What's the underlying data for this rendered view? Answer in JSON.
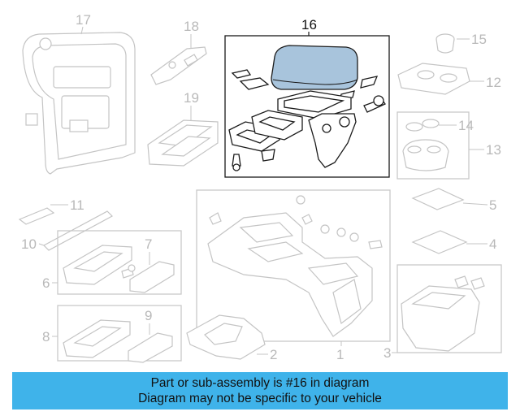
{
  "callouts": {
    "c1": "1",
    "c2": "2",
    "c3": "3",
    "c4": "4",
    "c5": "5",
    "c6": "6",
    "c7": "7",
    "c8": "8",
    "c9": "9",
    "c10": "10",
    "c11": "11",
    "c12": "12",
    "c13": "13",
    "c14": "14",
    "c15": "15",
    "c16": "16",
    "c17": "17",
    "c18": "18",
    "c19": "19"
  },
  "banner": {
    "line1": "Part or sub-assembly is #16 in diagram",
    "line2": "Diagram may not be specific to your vehicle"
  },
  "colors": {
    "highlight_part": "#a8c4dc",
    "banner_bg": "#3fb3ea",
    "gray_line": "#c4c4c4"
  }
}
